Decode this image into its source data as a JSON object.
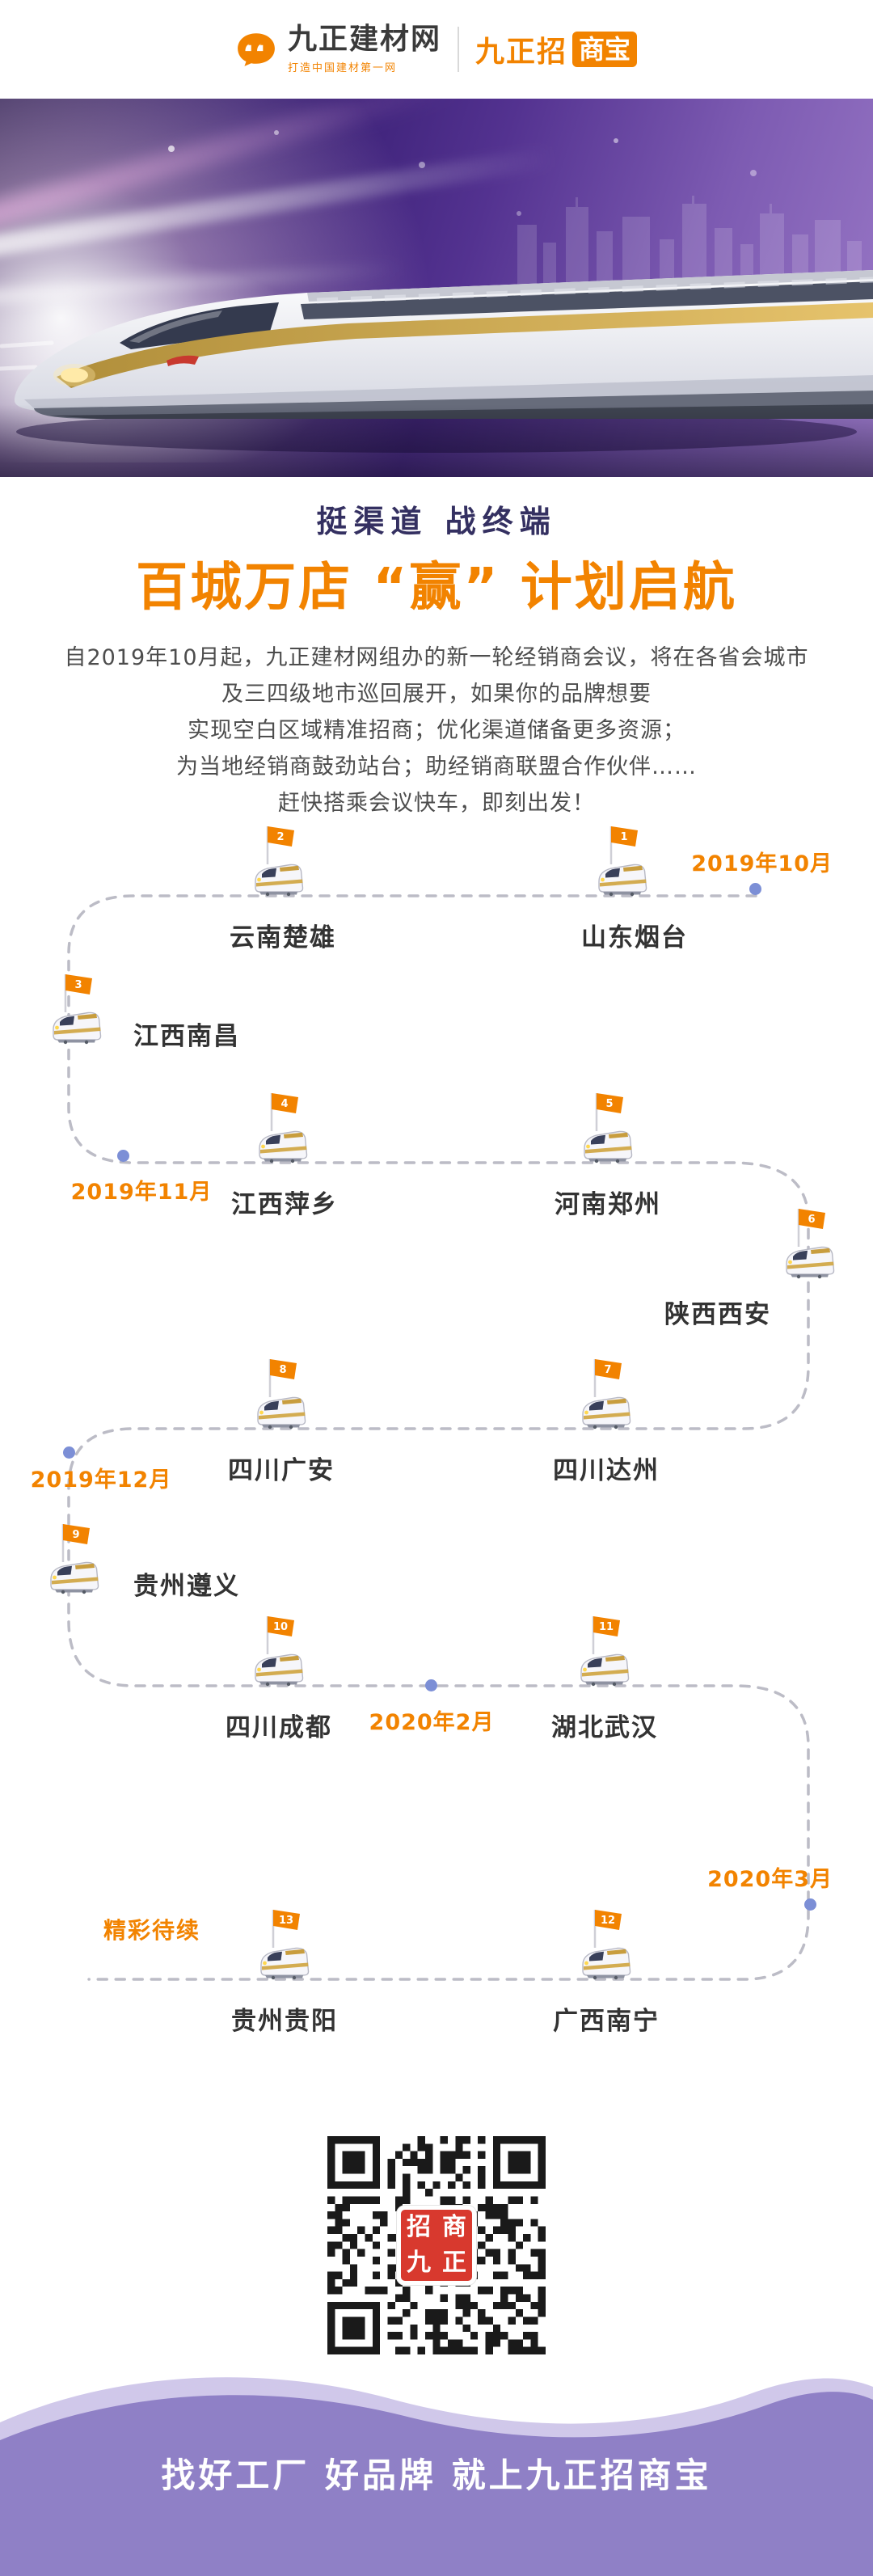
{
  "header": {
    "logo_name": "九正建材网",
    "logo_tagline": "打造中国建材第一网",
    "badge_prefix": "九正招",
    "badge_suffix": "商宝"
  },
  "intro": {
    "slogan": "挺渠道 战终端",
    "title": "百城万店 “赢” 计划启航",
    "lines": [
      "自2019年10月起，九正建材网组办的新一轮经销商会议，将在各省会城市",
      "及三四级地市巡回展开，如果你的品牌想要",
      "实现空白区域精准招商；优化渠道储备更多资源；",
      "为当地经销商鼓劲站台；助经销商联盟合作伙伴……",
      "赶快搭乘会议快车，即刻出发！"
    ]
  },
  "route": {
    "stops": [
      {
        "num": "1",
        "city": "山东烟台"
      },
      {
        "num": "2",
        "city": "云南楚雄"
      },
      {
        "num": "3",
        "city": "江西南昌"
      },
      {
        "num": "4",
        "city": "江西萍乡"
      },
      {
        "num": "5",
        "city": "河南郑州"
      },
      {
        "num": "6",
        "city": "陕西西安"
      },
      {
        "num": "7",
        "city": "四川达州"
      },
      {
        "num": "8",
        "city": "四川广安"
      },
      {
        "num": "9",
        "city": "贵州遵义"
      },
      {
        "num": "10",
        "city": "四川成都"
      },
      {
        "num": "11",
        "city": "湖北武汉"
      },
      {
        "num": "12",
        "city": "广西南宁"
      },
      {
        "num": "13",
        "city": "贵州贵阳"
      }
    ],
    "dates": [
      "2019年10月",
      "2019年11月",
      "2019年12月",
      "2020年2月",
      "2020年3月"
    ],
    "to_be_continued": "精彩待续"
  },
  "qr": {
    "center_chars": [
      "招",
      "商",
      "九",
      "正"
    ]
  },
  "footer": {
    "slogan": "找好工厂 好品牌 就上九正招商宝"
  },
  "colors": {
    "accent_orange": "#F28300",
    "footer_purple": "#8F80C6",
    "dot_blue": "#7C8FD6"
  }
}
